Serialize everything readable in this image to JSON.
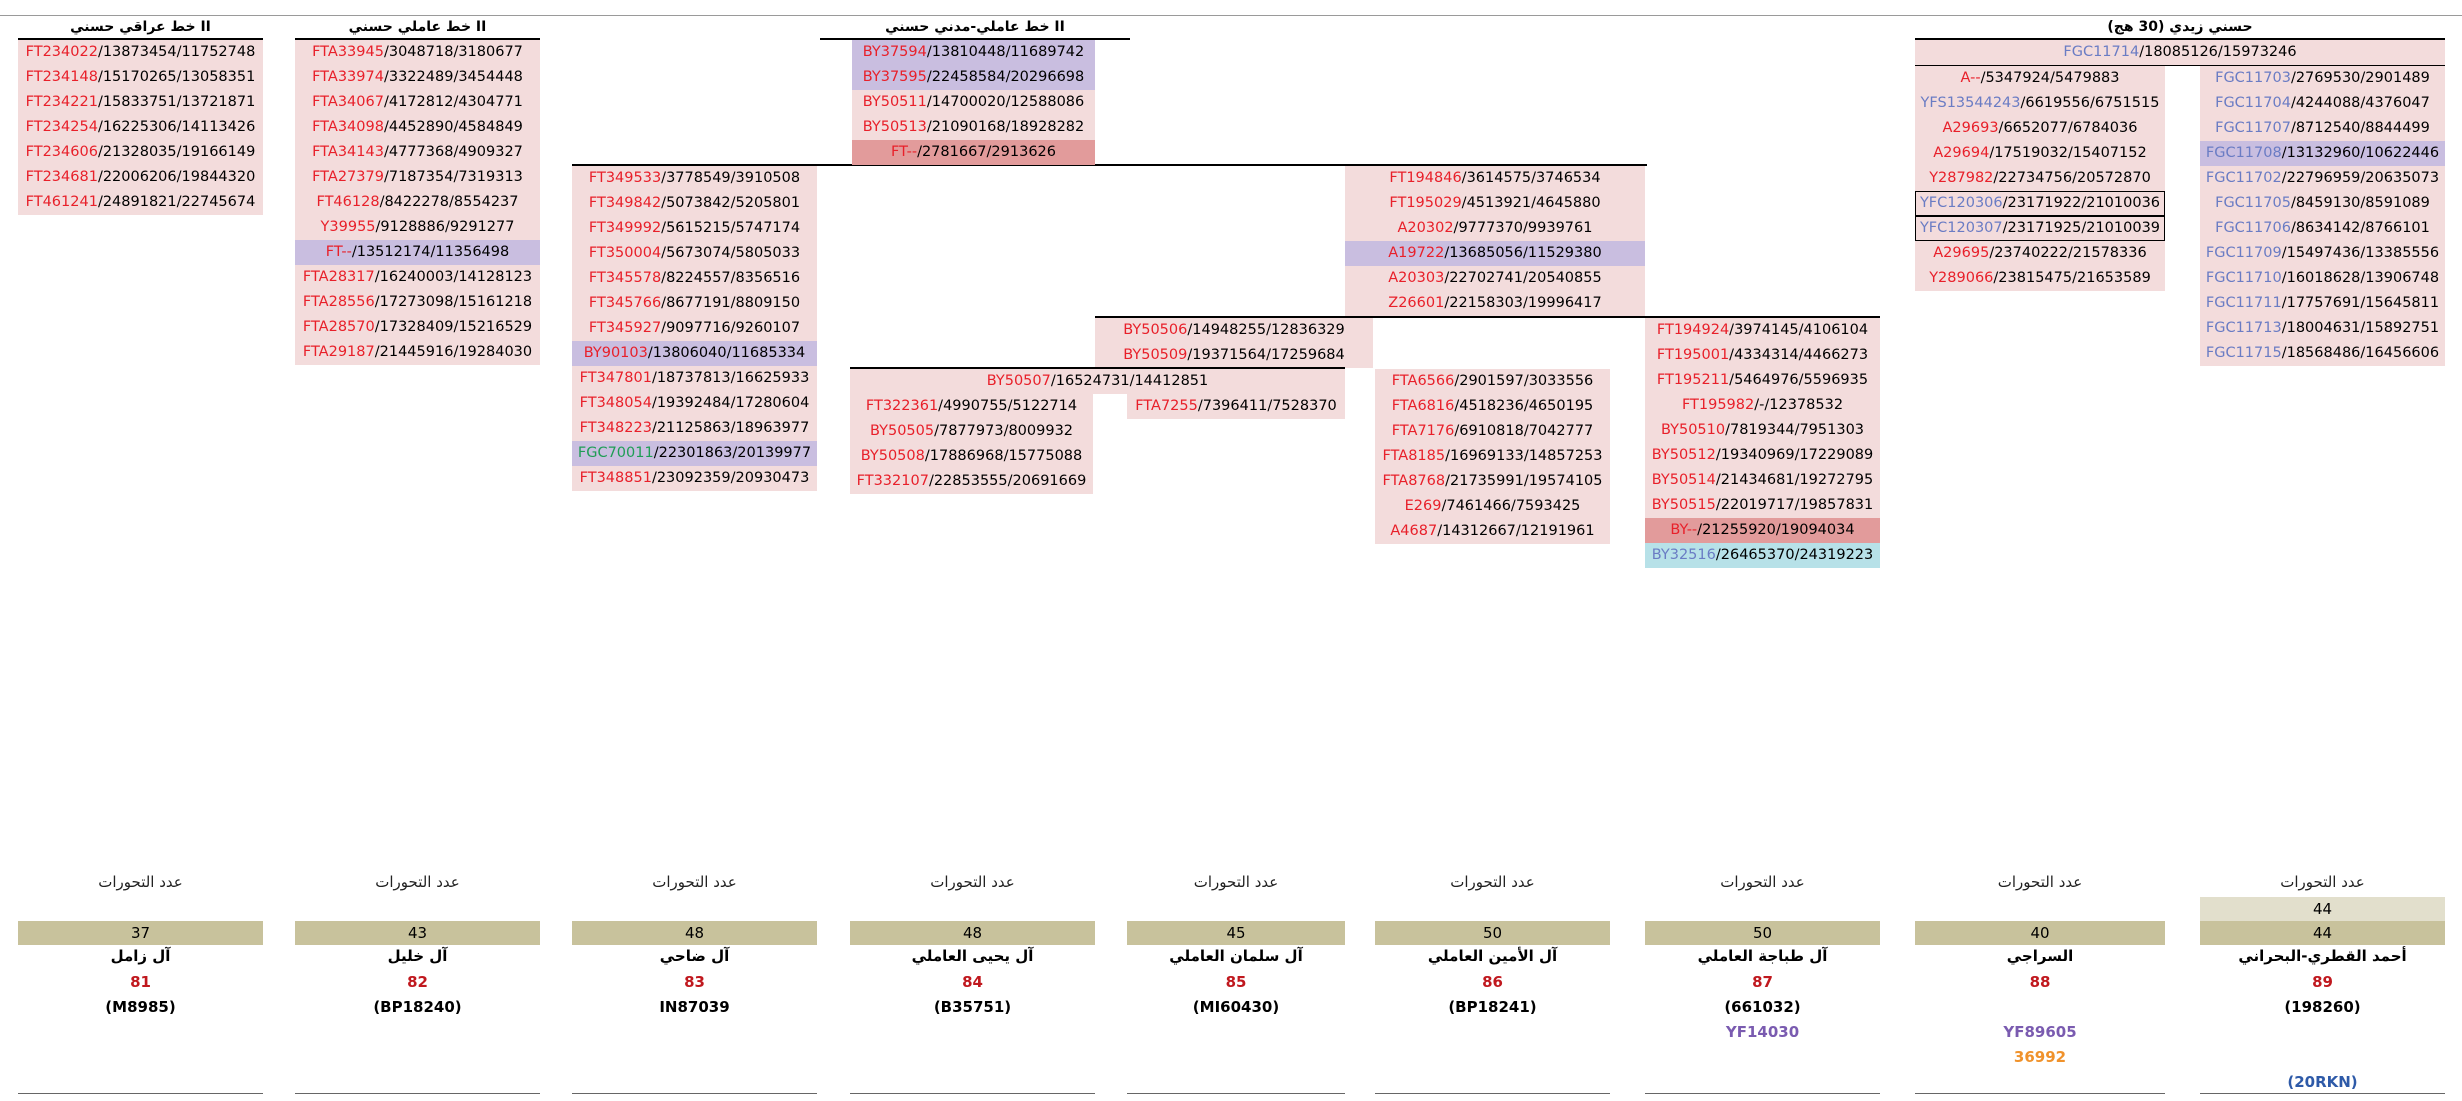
{
  "colors": {
    "red": "#e8202a",
    "blue": "#6a7cc4",
    "green": "#1f9d55",
    "purple_text": "#8e44ad",
    "cell_pink": "#f3dcdc",
    "cell_purple": "#c9bee0",
    "cell_darkred": "#e29b9b",
    "cell_cyan": "#b7e1e8",
    "count_bg": "#c8c29c",
    "family_number": "#c0181e"
  },
  "headers": {
    "h1": "خط عراقي حسني II",
    "h2": "خط عاملي حسني II",
    "h3": "خط عاملي-مدني حسني II",
    "h4": "حسني زيدي (30 هج)"
  },
  "col_iraqi": [
    {
      "snp": "FT234022",
      "a": "13873454",
      "b": "11752748",
      "c": "red"
    },
    {
      "snp": "FT234148",
      "a": "15170265",
      "b": "13058351",
      "c": "red"
    },
    {
      "snp": "FT234221",
      "a": "15833751",
      "b": "13721871",
      "c": "red"
    },
    {
      "snp": "FT234254",
      "a": "16225306",
      "b": "14113426",
      "c": "red"
    },
    {
      "snp": "FT234606",
      "a": "21328035",
      "b": "19166149",
      "c": "red"
    },
    {
      "snp": "FT234681",
      "a": "22006206",
      "b": "19844320",
      "c": "red"
    },
    {
      "snp": "FT461241",
      "a": "24891821",
      "b": "22745674",
      "c": "red"
    }
  ],
  "col_khalil": [
    {
      "snp": "FTA33945",
      "a": "3048718",
      "b": "3180677",
      "c": "red"
    },
    {
      "snp": "FTA33974",
      "a": "3322489",
      "b": "3454448",
      "c": "red"
    },
    {
      "snp": "FTA34067",
      "a": "4172812",
      "b": "4304771",
      "c": "red"
    },
    {
      "snp": "FTA34098",
      "a": "4452890",
      "b": "4584849",
      "c": "red"
    },
    {
      "snp": "FTA34143",
      "a": "4777368",
      "b": "4909327",
      "c": "red"
    },
    {
      "snp": "FTA27379",
      "a": "7187354",
      "b": "7319313",
      "c": "red"
    },
    {
      "snp": "FT46128",
      "a": "8422278",
      "b": "8554237",
      "c": "red"
    },
    {
      "snp": "Y39955",
      "a": "9128886",
      "b": "9291277",
      "c": "red"
    },
    {
      "snp": "FT--",
      "a": "13512174",
      "b": "11356498",
      "c": "red",
      "bg": "purple"
    },
    {
      "snp": "FTA28317",
      "a": "16240003",
      "b": "14128123",
      "c": "red"
    },
    {
      "snp": "FTA28556",
      "a": "17273098",
      "b": "15161218",
      "c": "red"
    },
    {
      "snp": "FTA28570",
      "a": "17328409",
      "b": "15216529",
      "c": "red"
    },
    {
      "snp": "FTA29187",
      "a": "21445916",
      "b": "19284030",
      "c": "red"
    }
  ],
  "col_madani": [
    {
      "snp": "BY37594",
      "a": "13810448",
      "b": "11689742",
      "c": "red",
      "bg": "purple"
    },
    {
      "snp": "BY37595",
      "a": "22458584",
      "b": "20296698",
      "c": "red",
      "bg": "purple"
    },
    {
      "snp": "BY50511",
      "a": "14700020",
      "b": "12588086",
      "c": "red"
    },
    {
      "snp": "BY50513",
      "a": "21090168",
      "b": "18928282",
      "c": "red"
    },
    {
      "snp": "FT--",
      "a": "2781667",
      "b": "2913626",
      "c": "red",
      "bg": "darkred"
    }
  ],
  "col_dahi": [
    {
      "snp": "FT349533",
      "a": "3778549",
      "b": "3910508",
      "c": "red"
    },
    {
      "snp": "FT349842",
      "a": "5073842",
      "b": "5205801",
      "c": "red"
    },
    {
      "snp": "FT349992",
      "a": "5615215",
      "b": "5747174",
      "c": "red"
    },
    {
      "snp": "FT350004",
      "a": "5673074",
      "b": "5805033",
      "c": "red"
    },
    {
      "snp": "FT345578",
      "a": "8224557",
      "b": "8356516",
      "c": "red"
    },
    {
      "snp": "FT345766",
      "a": "8677191",
      "b": "8809150",
      "c": "red"
    },
    {
      "snp": "FT345927",
      "a": "9097716",
      "b": "9260107",
      "c": "red"
    },
    {
      "snp": "BY90103",
      "a": "13806040",
      "b": "11685334",
      "c": "red",
      "bg": "purple"
    },
    {
      "snp": "FT347801",
      "a": "18737813",
      "b": "16625933",
      "c": "red"
    },
    {
      "snp": "FT348054",
      "a": "19392484",
      "b": "17280604",
      "c": "red"
    },
    {
      "snp": "FT348223",
      "a": "21125863",
      "b": "18963977",
      "c": "red"
    },
    {
      "snp": "FGC70011",
      "a": "22301863",
      "b": "20139977",
      "c": "green",
      "bg": "purple"
    },
    {
      "snp": "FT348851",
      "a": "23092359",
      "b": "20930473",
      "c": "red"
    }
  ],
  "col_amin_top": [
    {
      "snp": "FT194846",
      "a": "3614575",
      "b": "3746534",
      "c": "red"
    },
    {
      "snp": "FT195029",
      "a": "4513921",
      "b": "4645880",
      "c": "red"
    },
    {
      "snp": "A20302",
      "a": "9777370",
      "b": "9939761",
      "c": "red"
    },
    {
      "snp": "A19722",
      "a": "13685056",
      "b": "11529380",
      "c": "red",
      "bg": "purple"
    },
    {
      "snp": "A20303",
      "a": "22702741",
      "b": "20540855",
      "c": "red"
    },
    {
      "snp": "Z26601",
      "a": "22158303",
      "b": "19996417",
      "c": "red"
    }
  ],
  "col_by50506": [
    {
      "snp": "BY50506",
      "a": "14948255",
      "b": "12836329",
      "c": "red"
    },
    {
      "snp": "BY50509",
      "a": "19371564",
      "b": "17259684",
      "c": "red"
    }
  ],
  "col_tabatba": [
    {
      "snp": "FT194924",
      "a": "3974145",
      "b": "4106104",
      "c": "red"
    },
    {
      "snp": "FT195001",
      "a": "4334314",
      "b": "4466273",
      "c": "red"
    },
    {
      "snp": "FT195211",
      "a": "5464976",
      "b": "5596935",
      "c": "red"
    },
    {
      "snp": "FT195982",
      "a": "-",
      "b": "12378532",
      "c": "red"
    },
    {
      "snp": "BY50510",
      "a": "7819344",
      "b": "7951303",
      "c": "red"
    },
    {
      "snp": "BY50512",
      "a": "19340969",
      "b": "17229089",
      "c": "red"
    },
    {
      "snp": "BY50514",
      "a": "21434681",
      "b": "19272795",
      "c": "red"
    },
    {
      "snp": "BY50515",
      "a": "22019717",
      "b": "19857831",
      "c": "red"
    },
    {
      "snp": "BY--",
      "a": "21255920",
      "b": "19094034",
      "c": "red",
      "bg": "darkred"
    },
    {
      "snp": "BY32516",
      "a": "26465370",
      "b": "24319223",
      "c": "blue",
      "bg": "cyan"
    }
  ],
  "col_by50507_header": {
    "snp": "BY50507",
    "a": "16524731",
    "b": "14412851",
    "c": "red"
  },
  "col_yahya": [
    {
      "snp": "FT322361",
      "a": "4990755",
      "b": "5122714",
      "c": "red"
    },
    {
      "snp": "BY50505",
      "a": "7877973",
      "b": "8009932",
      "c": "red"
    },
    {
      "snp": "BY50508",
      "a": "17886968",
      "b": "15775088",
      "c": "red"
    },
    {
      "snp": "FT332107",
      "a": "22853555",
      "b": "20691669",
      "c": "red"
    }
  ],
  "col_salman": [
    {
      "snp": "FTA7255",
      "a": "7396411",
      "b": "7528370",
      "c": "red"
    }
  ],
  "col_amin_bottom": [
    {
      "snp": "FTA6566",
      "a": "2901597",
      "b": "3033556",
      "c": "red"
    },
    {
      "snp": "FTA6816",
      "a": "4518236",
      "b": "4650195",
      "c": "red"
    },
    {
      "snp": "FTA7176",
      "a": "6910818",
      "b": "7042777",
      "c": "red"
    },
    {
      "snp": "FTA8185",
      "a": "16969133",
      "b": "14857253",
      "c": "red"
    },
    {
      "snp": "FTA8768",
      "a": "21735991",
      "b": "19574105",
      "c": "red"
    },
    {
      "snp": "E269",
      "a": "7461466",
      "b": "7593425",
      "c": "red"
    },
    {
      "snp": "A4687",
      "a": "14312667",
      "b": "12191961",
      "c": "red"
    }
  ],
  "zaidi_header": {
    "snp": "FGC11714",
    "a": "18085126",
    "b": "15973246",
    "c": "blue"
  },
  "col_siraji": [
    {
      "snp": "A--",
      "a": "5347924",
      "b": "5479883",
      "c": "red"
    },
    {
      "snp": "YFS13544243",
      "a": "6619556",
      "b": "6751515",
      "c": "blue"
    },
    {
      "snp": "A29693",
      "a": "6652077",
      "b": "6784036",
      "c": "red"
    },
    {
      "snp": "A29694",
      "a": "17519032",
      "b": "15407152",
      "c": "red"
    },
    {
      "snp": "Y287982",
      "a": "22734756",
      "b": "20572870",
      "c": "red"
    },
    {
      "snp": "YFC120306",
      "a": "23171922",
      "b": "21010036",
      "c": "blue",
      "box": true
    },
    {
      "snp": "YFC120307",
      "a": "23171925",
      "b": "21010039",
      "c": "blue",
      "box": true
    },
    {
      "snp": "A29695",
      "a": "23740222",
      "b": "21578336",
      "c": "red"
    },
    {
      "snp": "Y289066",
      "a": "23815475",
      "b": "21653589",
      "c": "red"
    }
  ],
  "col_qatari": [
    {
      "snp": "FGC11703",
      "a": "2769530",
      "b": "2901489",
      "c": "blue"
    },
    {
      "snp": "FGC11704",
      "a": "4244088",
      "b": "4376047",
      "c": "blue"
    },
    {
      "snp": "FGC11707",
      "a": "8712540",
      "b": "8844499",
      "c": "blue"
    },
    {
      "snp": "FGC11708",
      "a": "13132960",
      "b": "10622446",
      "c": "blue",
      "bg": "purple"
    },
    {
      "snp": "FGC11702",
      "a": "22796959",
      "b": "20635073",
      "c": "blue"
    },
    {
      "snp": "FGC11705",
      "a": "8459130",
      "b": "8591089",
      "c": "blue"
    },
    {
      "snp": "FGC11706",
      "a": "8634142",
      "b": "8766101",
      "c": "blue"
    },
    {
      "snp": "FGC11709",
      "a": "15497436",
      "b": "13385556",
      "c": "blue"
    },
    {
      "snp": "FGC11710",
      "a": "16018628",
      "b": "13906748",
      "c": "blue"
    },
    {
      "snp": "FGC11711",
      "a": "17757691",
      "b": "15645811",
      "c": "blue"
    },
    {
      "snp": "FGC11713",
      "a": "18004631",
      "b": "15892751",
      "c": "blue"
    },
    {
      "snp": "FGC11715",
      "a": "18568486",
      "b": "16456606",
      "c": "blue"
    }
  ],
  "count_label": "عدد التحورات",
  "families": [
    {
      "count": "37",
      "name": "آل زامل",
      "num": "81",
      "code": "(M8985)"
    },
    {
      "count": "43",
      "name": "آل خليل",
      "num": "82",
      "code": "(BP18240)"
    },
    {
      "count": "48",
      "name": "آل ضاحي",
      "num": "83",
      "code": "IN87039"
    },
    {
      "count": "48",
      "name": "آل يحيى العاملي",
      "num": "84",
      "code": "(B35751)"
    },
    {
      "count": "45",
      "name": "آل سلمان العاملي",
      "num": "85",
      "code": "(MI60430)"
    },
    {
      "count": "50",
      "name": "آل الأمين العاملي",
      "num": "86",
      "code": "(BP18241)"
    },
    {
      "count": "50",
      "name": "آل طباجة العاملي",
      "num": "87",
      "code": "(661032)",
      "sub1": "YF14030"
    },
    {
      "count": "40",
      "name": "السراجي",
      "num": "88",
      "code": "",
      "sub1": "YF89605",
      "sub2": "36992"
    },
    {
      "count": "44",
      "count_extra": "44",
      "name": "أحمد القطري-البحراني",
      "num": "89",
      "code": "(198260)",
      "sub3": "(20RKN)"
    }
  ]
}
